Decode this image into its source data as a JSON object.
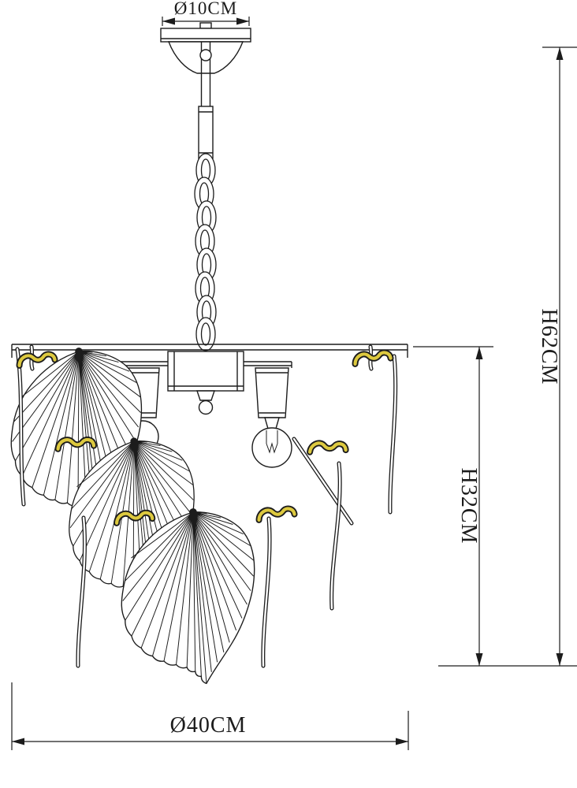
{
  "diagram": {
    "labels": {
      "canopy_diameter": "Ø10CM",
      "overall_height": "H62CM",
      "body_height": "H32CM",
      "body_diameter": "Ø40CM"
    }
  },
  "colors": {
    "line": "#1c1c1c",
    "accent": "#ddc93f",
    "background": "#ffffff"
  }
}
